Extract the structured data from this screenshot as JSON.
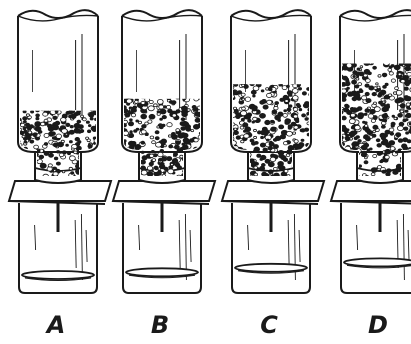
{
  "figure": {
    "setups": [
      {
        "label": "A",
        "soil_fill": 0.14,
        "water_level": 0.8
      },
      {
        "label": "B",
        "soil_fill": 0.18,
        "water_level": 0.77
      },
      {
        "label": "C",
        "soil_fill": 0.23,
        "water_level": 0.72
      },
      {
        "label": "D",
        "soil_fill": 0.3,
        "water_level": 0.66
      }
    ],
    "colors": {
      "ink": "#1a1a1a",
      "paper": "#ffffff"
    }
  }
}
